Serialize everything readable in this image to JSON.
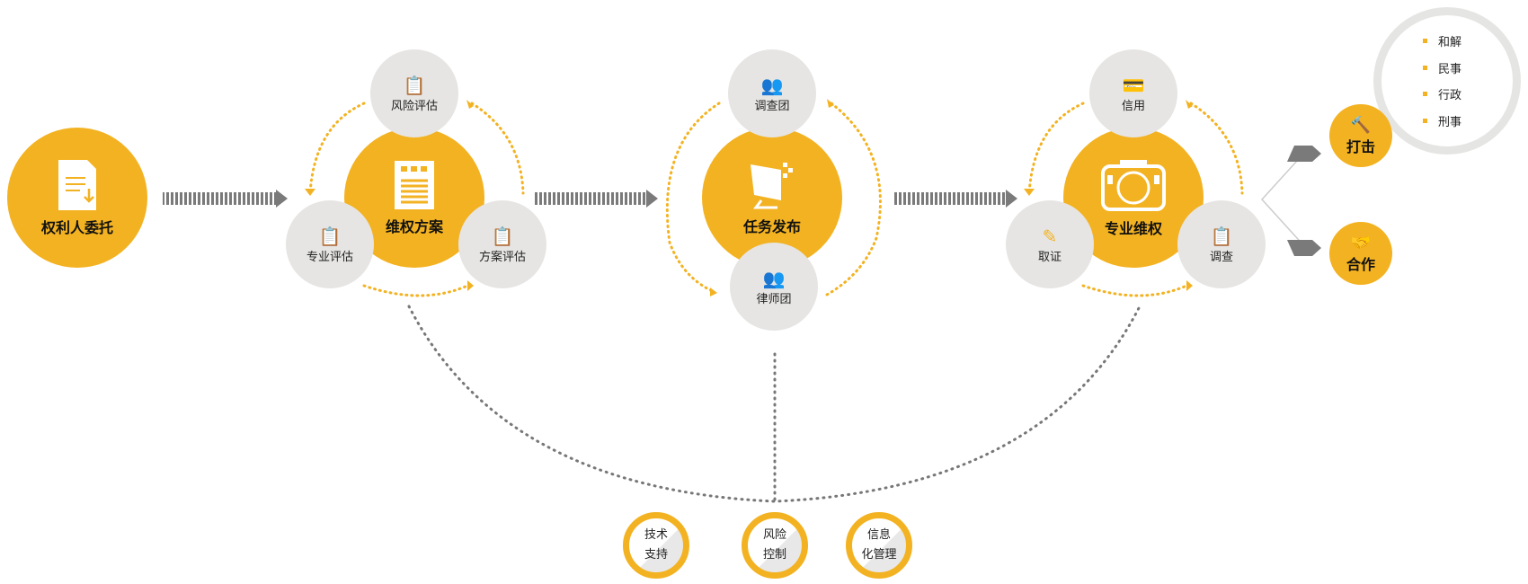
{
  "colors": {
    "accent": "#f3b221",
    "circle_gray": "#e6e5e3",
    "arrow": "#7a7a7a",
    "dots": "#777777"
  },
  "start": {
    "label": "权利人委托",
    "icon": "document-download-icon"
  },
  "plan": {
    "label": "维权方案",
    "icon": "report-icon",
    "satellites": [
      {
        "label": "风险评估",
        "icon": "clipboard-icon"
      },
      {
        "label": "专业评估",
        "icon": "clipboard-icon"
      },
      {
        "label": "方案评估",
        "icon": "clipboard-icon"
      }
    ]
  },
  "task": {
    "label": "任务发布",
    "icon": "monitor-icon",
    "satellites": [
      {
        "label": "调查团",
        "icon": "team-icon"
      },
      {
        "label": "律师团",
        "icon": "team-icon"
      }
    ]
  },
  "rights": {
    "label": "专业维权",
    "icon": "camera-icon",
    "satellites": [
      {
        "label": "信用",
        "icon": "wallet-icon"
      },
      {
        "label": "取证",
        "icon": "pencil-note-icon"
      },
      {
        "label": "调查",
        "icon": "clipboard-icon"
      }
    ]
  },
  "outcomes": [
    {
      "label": "打击",
      "icon": "gavel-icon"
    },
    {
      "label": "合作",
      "icon": "handshake-icon"
    }
  ],
  "strike_types": [
    "和解",
    "民事",
    "行政",
    "刑事"
  ],
  "support": [
    {
      "line1": "技术",
      "line2": "支持"
    },
    {
      "line1": "风险",
      "line2": "控制"
    },
    {
      "line1": "信息",
      "line2": "化管理"
    }
  ]
}
